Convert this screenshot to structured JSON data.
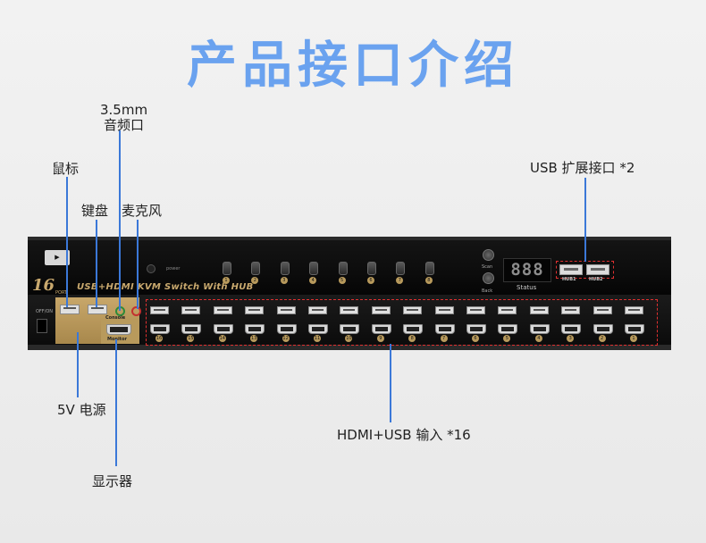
{
  "title": "产品接口介绍",
  "labels": {
    "audio": [
      "3.5mm",
      "音频口"
    ],
    "mouse": "鼠标",
    "keyboard": "键盘",
    "mic": "麦克风",
    "usb_expand": "USB 扩展接口 *2",
    "power": "5V 电源",
    "inputs": "HDMI+USB 输入 *16",
    "monitor": "显示器"
  },
  "device": {
    "port_count": "16",
    "port_word": "PORT",
    "model": "USB+HDMI KVM Switch With HUB",
    "display": "888",
    "status": "Status",
    "scan": "Scan",
    "back": "Back",
    "hub1": "HUB1",
    "hub2": "HUB2",
    "power_small": "power",
    "off_on": "OFF/ON",
    "console": "Console",
    "monitor_small": "Monitor",
    "front_buttons": [
      "1",
      "2",
      "3",
      "4",
      "5",
      "6",
      "7",
      "8"
    ],
    "rear_ports": [
      "16",
      "15",
      "14",
      "13",
      "12",
      "11",
      "10",
      "9",
      "8",
      "7",
      "6",
      "5",
      "4",
      "3",
      "2",
      "1"
    ]
  },
  "colors": {
    "accent": "#3b78d8",
    "title": "#6aa2ef",
    "highlight": "#e03030",
    "gold": "#c9a96e"
  }
}
